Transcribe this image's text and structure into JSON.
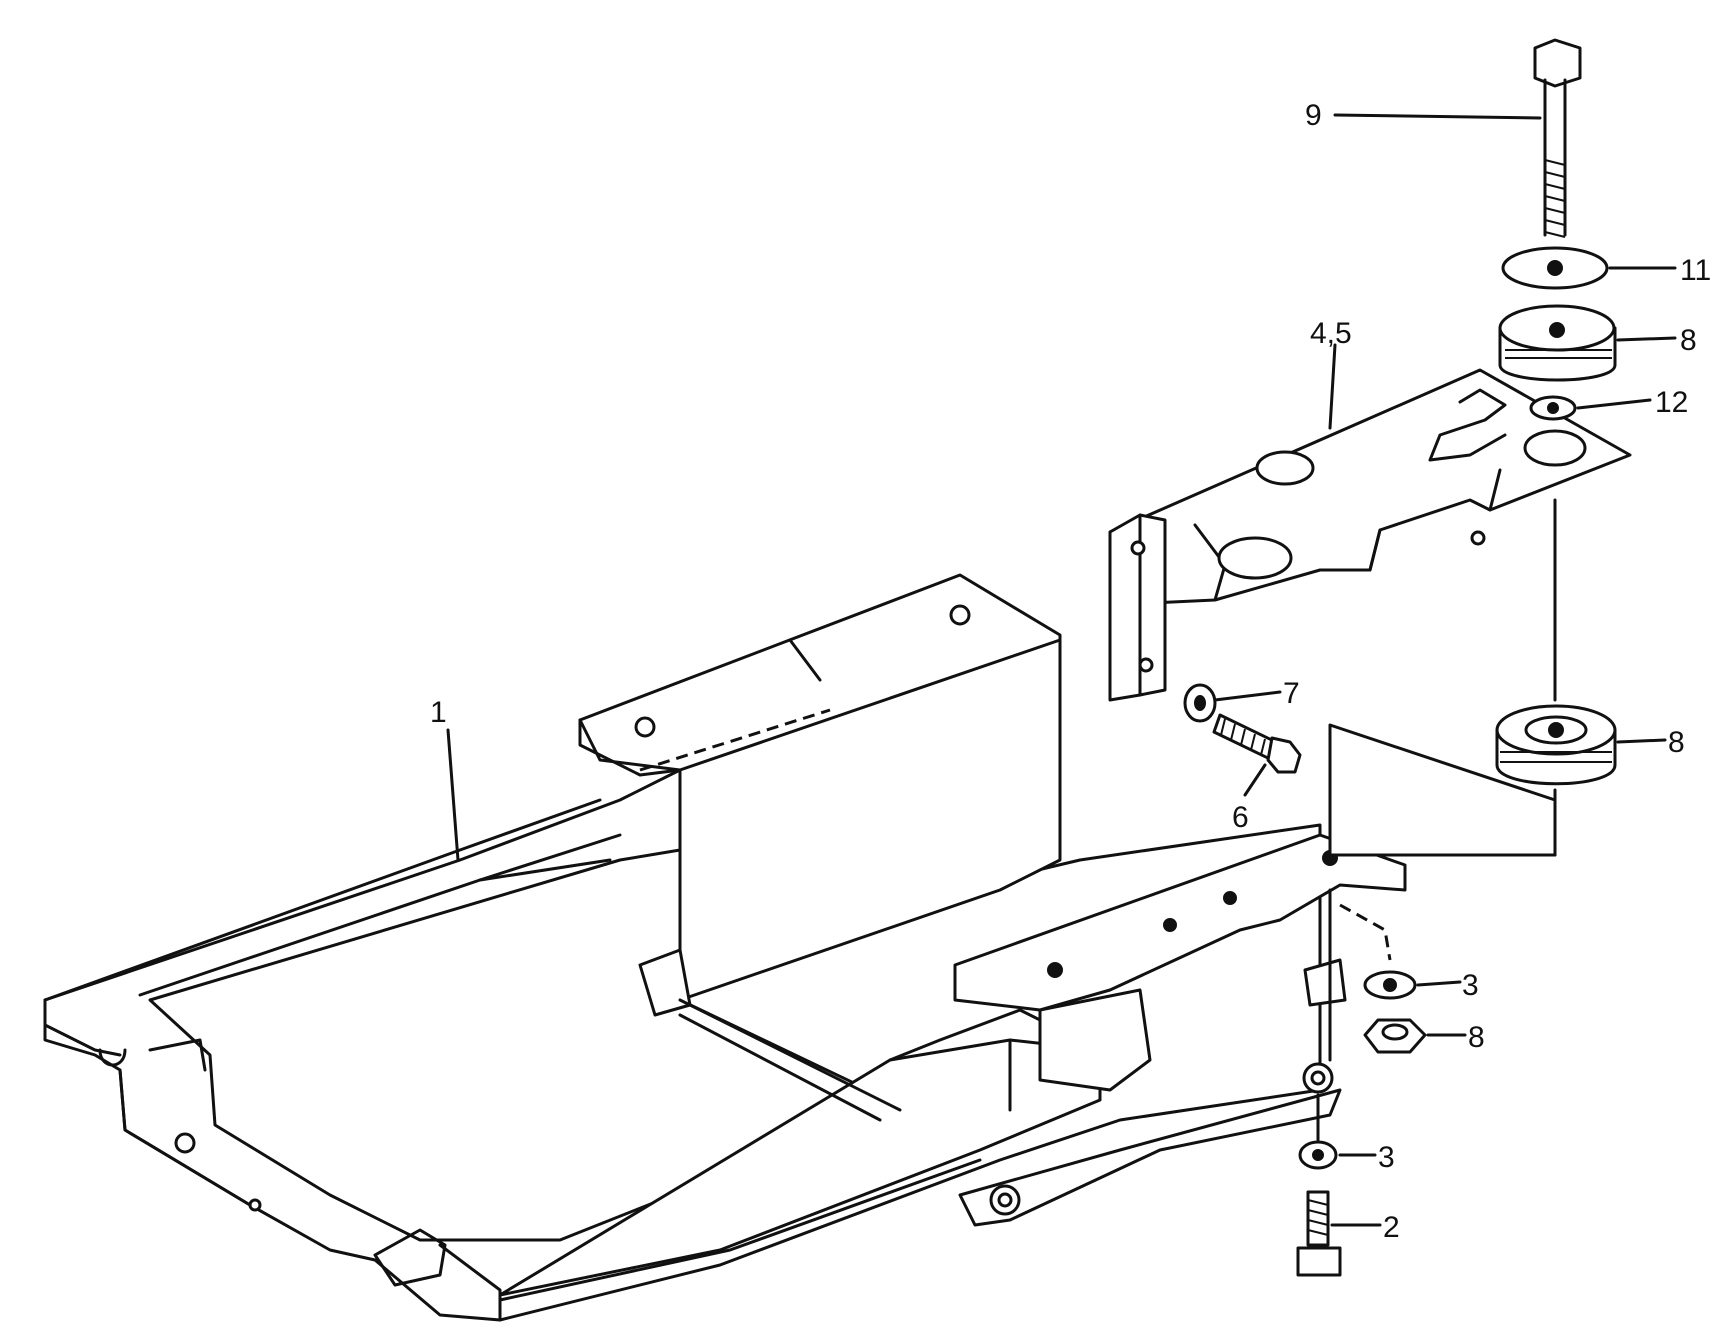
{
  "diagram": {
    "callouts": [
      {
        "key": "c1",
        "text": "1"
      },
      {
        "key": "c2",
        "text": "2"
      },
      {
        "key": "c3a",
        "text": "3"
      },
      {
        "key": "c3b",
        "text": "3"
      },
      {
        "key": "c45",
        "text": "4,5"
      },
      {
        "key": "c6",
        "text": "6"
      },
      {
        "key": "c7",
        "text": "7"
      },
      {
        "key": "c8a",
        "text": "8"
      },
      {
        "key": "c8b",
        "text": "8"
      },
      {
        "key": "c8c",
        "text": "8"
      },
      {
        "key": "c9",
        "text": "9"
      },
      {
        "key": "c11",
        "text": "11"
      },
      {
        "key": "c12",
        "text": "12"
      }
    ]
  }
}
